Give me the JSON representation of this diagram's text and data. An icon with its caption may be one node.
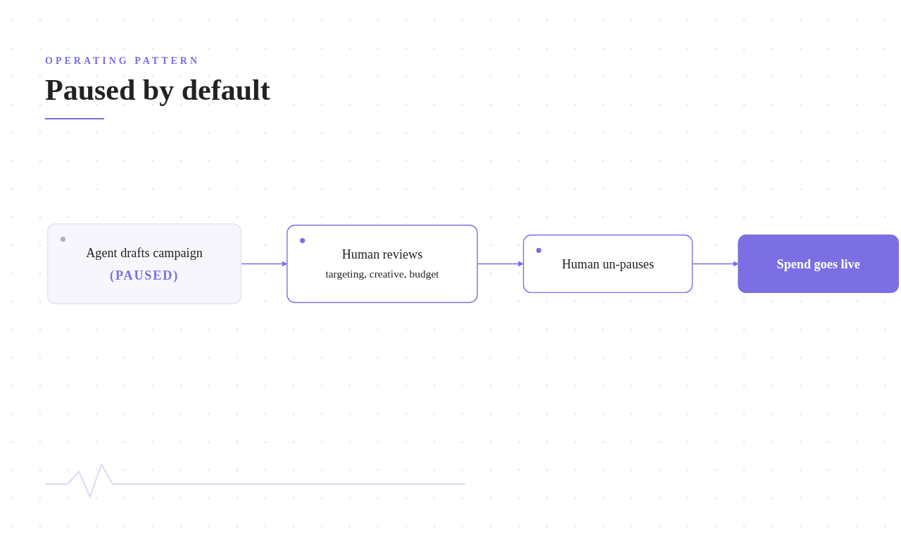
{
  "diagram": {
    "title": "Paused by default",
    "nodes": [
      {
        "text": [
          "Agent drafts campaign",
          "(PAUSED)"
        ]
      },
      {
        "text": [
          "Human reviews",
          "targeting, creative, budget"
        ]
      },
      {
        "text": [
          "Human un-pauses"
        ]
      },
      {
        "text": [
          "Spend goes live"
        ]
      }
    ],
    "edges": [
      {
        "from": 0,
        "to": 1,
        "arrow": "to"
      },
      {
        "from": 1,
        "to": 2,
        "arrow": "to"
      },
      {
        "from": 2,
        "to": 3,
        "arrow": "to"
      }
    ],
    "labels": [
      "OPERATING PATTERN"
    ]
  }
}
